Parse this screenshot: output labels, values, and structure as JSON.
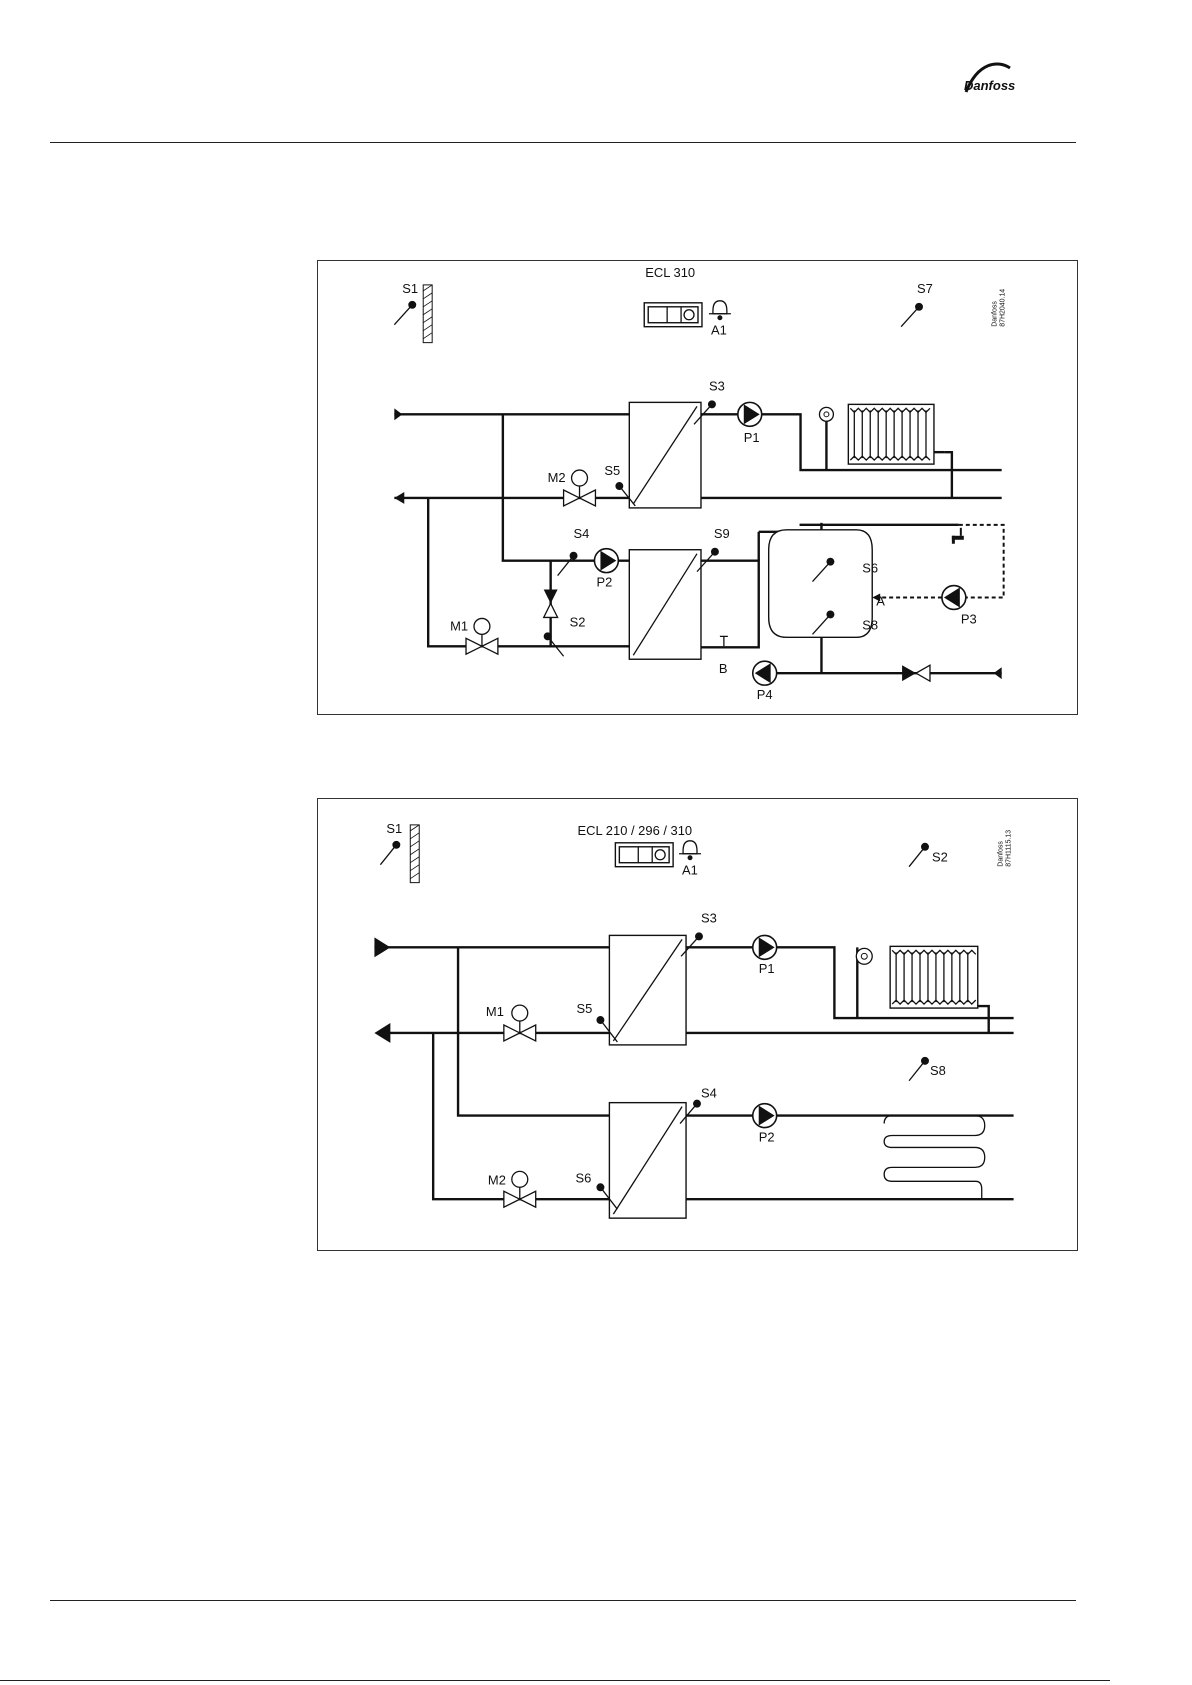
{
  "brand": {
    "logo_text": "Danfoss"
  },
  "diagram1": {
    "controller_label": "ECL 310",
    "code": [
      "Danfoss",
      "87H2040.14"
    ],
    "labels": {
      "S1": "S1",
      "S2": "S2",
      "S3": "S3",
      "S4": "S4",
      "S5": "S5",
      "S6": "S6",
      "S7": "S7",
      "S8": "S8",
      "S9": "S9",
      "A1": "A1",
      "M1": "M1",
      "M2": "M2",
      "P1": "P1",
      "P2": "P2",
      "P3": "P3",
      "P4": "P4",
      "A": "A",
      "B": "B"
    }
  },
  "diagram2": {
    "controller_label": "ECL 210 / 296 / 310",
    "code": [
      "Danfoss",
      "87H1115.13"
    ],
    "labels": {
      "S1": "S1",
      "S2": "S2",
      "S3": "S3",
      "S4": "S4",
      "S5": "S5",
      "S6": "S6",
      "S8": "S8",
      "A1": "A1",
      "M1": "M1",
      "M2": "M2",
      "P1": "P1",
      "P2": "P2"
    }
  }
}
